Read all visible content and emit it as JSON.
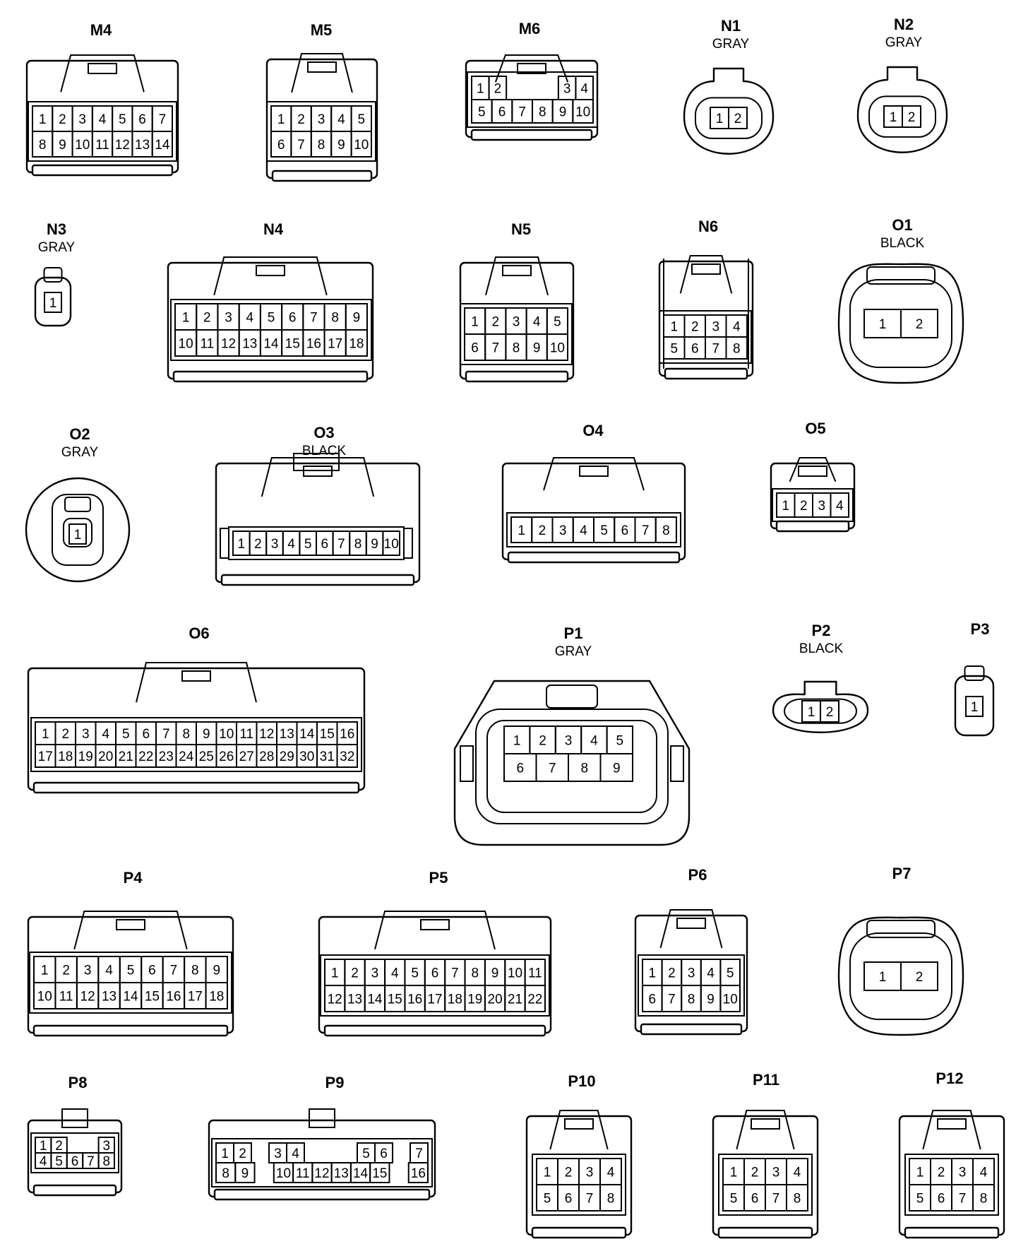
{
  "connectors": [
    {
      "id": "M4",
      "color": "",
      "rows": [
        [
          "1",
          "2",
          "3",
          "4",
          "5",
          "6",
          "7"
        ],
        [
          "8",
          "9",
          "10",
          "11",
          "12",
          "13",
          "14"
        ]
      ]
    },
    {
      "id": "M5",
      "color": "",
      "rows": [
        [
          "1",
          "2",
          "3",
          "4",
          "5"
        ],
        [
          "6",
          "7",
          "8",
          "9",
          "10"
        ]
      ]
    },
    {
      "id": "M6",
      "color": "",
      "rows": [
        [
          "1",
          "2",
          "",
          "",
          "",
          "3",
          "4"
        ],
        [
          "5",
          "6",
          "7",
          "8",
          "9",
          "10"
        ]
      ]
    },
    {
      "id": "N1",
      "color": "GRAY",
      "rows": [
        [
          "1",
          "2"
        ]
      ]
    },
    {
      "id": "N2",
      "color": "GRAY",
      "rows": [
        [
          "1",
          "2"
        ]
      ]
    },
    {
      "id": "N3",
      "color": "GRAY",
      "rows": [
        [
          "1"
        ]
      ]
    },
    {
      "id": "N4",
      "color": "",
      "rows": [
        [
          "1",
          "2",
          "3",
          "4",
          "5",
          "6",
          "7",
          "8",
          "9"
        ],
        [
          "10",
          "11",
          "12",
          "13",
          "14",
          "15",
          "16",
          "17",
          "18"
        ]
      ]
    },
    {
      "id": "N5",
      "color": "",
      "rows": [
        [
          "1",
          "2",
          "3",
          "4",
          "5"
        ],
        [
          "6",
          "7",
          "8",
          "9",
          "10"
        ]
      ]
    },
    {
      "id": "N6",
      "color": "",
      "rows": [
        [
          "1",
          "2",
          "3",
          "4"
        ],
        [
          "5",
          "6",
          "7",
          "8"
        ]
      ]
    },
    {
      "id": "O1",
      "color": "BLACK",
      "rows": [
        [
          "1",
          "2"
        ]
      ]
    },
    {
      "id": "O2",
      "color": "GRAY",
      "rows": [
        [
          "1"
        ]
      ]
    },
    {
      "id": "O3",
      "color": "BLACK",
      "rows": [
        [
          "1",
          "2",
          "3",
          "4",
          "5",
          "6",
          "7",
          "8",
          "9",
          "10"
        ]
      ]
    },
    {
      "id": "O4",
      "color": "",
      "rows": [
        [
          "1",
          "2",
          "3",
          "4",
          "5",
          "6",
          "7",
          "8"
        ]
      ]
    },
    {
      "id": "O5",
      "color": "",
      "rows": [
        [
          "1",
          "2",
          "3",
          "4"
        ]
      ]
    },
    {
      "id": "O6",
      "color": "",
      "rows": [
        [
          "1",
          "2",
          "3",
          "4",
          "5",
          "6",
          "7",
          "8",
          "9",
          "10",
          "11",
          "12",
          "13",
          "14",
          "15",
          "16"
        ],
        [
          "17",
          "18",
          "19",
          "20",
          "21",
          "22",
          "23",
          "24",
          "25",
          "26",
          "27",
          "28",
          "29",
          "30",
          "31",
          "32"
        ]
      ]
    },
    {
      "id": "P1",
      "color": "GRAY",
      "rows": [
        [
          "1",
          "2",
          "3",
          "4",
          "5"
        ],
        [
          "6",
          "7",
          "8",
          "9"
        ]
      ]
    },
    {
      "id": "P2",
      "color": "BLACK",
      "rows": [
        [
          "1",
          "2"
        ]
      ]
    },
    {
      "id": "P3",
      "color": "",
      "rows": [
        [
          "1"
        ]
      ]
    },
    {
      "id": "P4",
      "color": "",
      "rows": [
        [
          "1",
          "2",
          "3",
          "4",
          "5",
          "6",
          "7",
          "8",
          "9"
        ],
        [
          "10",
          "11",
          "12",
          "13",
          "14",
          "15",
          "16",
          "17",
          "18"
        ]
      ]
    },
    {
      "id": "P5",
      "color": "",
      "rows": [
        [
          "1",
          "2",
          "3",
          "4",
          "5",
          "6",
          "7",
          "8",
          "9",
          "10",
          "11"
        ],
        [
          "12",
          "13",
          "14",
          "15",
          "16",
          "17",
          "18",
          "19",
          "20",
          "21",
          "22"
        ]
      ]
    },
    {
      "id": "P6",
      "color": "",
      "rows": [
        [
          "1",
          "2",
          "3",
          "4",
          "5"
        ],
        [
          "6",
          "7",
          "8",
          "9",
          "10"
        ]
      ]
    },
    {
      "id": "P7",
      "color": "",
      "rows": [
        [
          "1",
          "2"
        ]
      ]
    },
    {
      "id": "P8",
      "color": "",
      "rows": [
        [
          "1",
          "2",
          "",
          "",
          "3"
        ],
        [
          "4",
          "5",
          "6",
          "7",
          "8"
        ]
      ]
    },
    {
      "id": "P9",
      "color": "",
      "rows": [
        [
          "1",
          "2",
          "",
          "3",
          "4",
          "",
          "",
          "",
          "5",
          "6",
          "",
          "7"
        ],
        [
          "8",
          "9",
          "",
          "10",
          "11",
          "12",
          "13",
          "14",
          "15",
          "",
          "16"
        ]
      ]
    },
    {
      "id": "P10",
      "color": "",
      "rows": [
        [
          "1",
          "2",
          "3",
          "4"
        ],
        [
          "5",
          "6",
          "7",
          "8"
        ]
      ]
    },
    {
      "id": "P11",
      "color": "",
      "rows": [
        [
          "1",
          "2",
          "3",
          "4"
        ],
        [
          "5",
          "6",
          "7",
          "8"
        ]
      ]
    },
    {
      "id": "P12",
      "color": "",
      "rows": [
        [
          "1",
          "2",
          "3",
          "4"
        ],
        [
          "5",
          "6",
          "7",
          "8"
        ]
      ]
    }
  ]
}
